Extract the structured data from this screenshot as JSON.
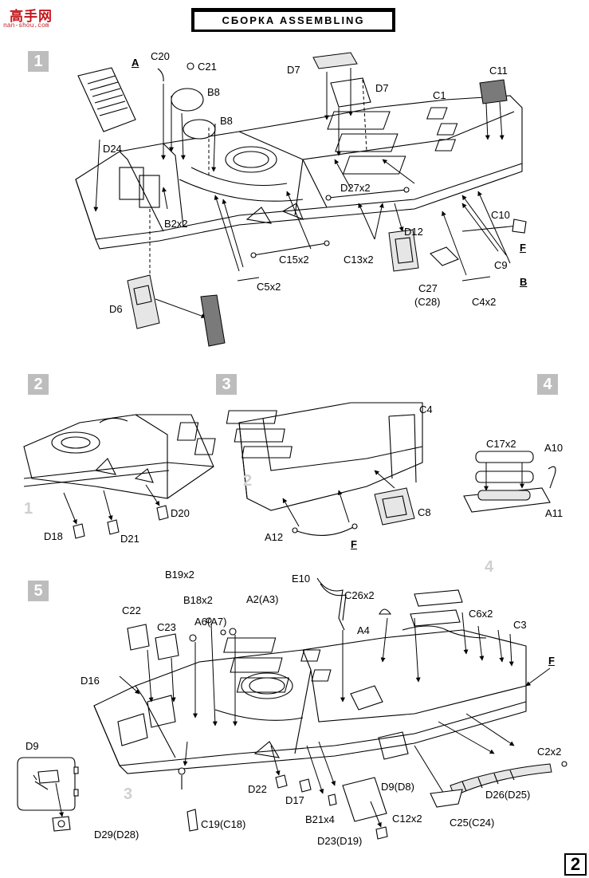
{
  "watermark": {
    "main": "高手网",
    "url": "nan-shou.com"
  },
  "header": {
    "title": "СБОРКА    ASSEMBLING"
  },
  "steps": [
    "1",
    "2",
    "3",
    "4",
    "5"
  ],
  "ghost_numbers": {
    "s3_ref": "2",
    "s2_ref": "1",
    "s5_ref": "4",
    "s5_ref2": "3"
  },
  "page_number": "2",
  "parts": {
    "s1": {
      "A": "A",
      "C20": "C20",
      "C21": "C21",
      "B8a": "B8",
      "B8b": "B8",
      "D24": "D24",
      "D7a": "D7",
      "D7b": "D7",
      "C1": "C1",
      "C11": "C11",
      "D27x2": "D27x2",
      "B2x2": "B2x2",
      "C10": "C10",
      "D12": "D12",
      "F": "F",
      "C15x2": "C15x2",
      "C13x2": "C13x2",
      "C9": "C9",
      "C5x2": "C5x2",
      "C27": "C27",
      "C28": "(C28)",
      "C4x2": "C4x2",
      "B": "B",
      "D6": "D6"
    },
    "s2": {
      "D18": "D18",
      "D21": "D21",
      "D20": "D20"
    },
    "s3": {
      "C4": "C4",
      "C8": "C8",
      "A12": "A12",
      "F": "F"
    },
    "s4": {
      "C17x2": "C17x2",
      "A10": "A10",
      "A11": "A11"
    },
    "s5": {
      "B19x2": "B19x2",
      "E10": "E10",
      "B18x2": "B18x2",
      "A2": "A2(A3)",
      "C26x2": "C26x2",
      "C22": "C22",
      "C23": "C23",
      "A6": "A6(A7)",
      "A4": "A4",
      "C6x2": "C6x2",
      "C3": "C3",
      "F": "F",
      "D16": "D16",
      "D9": "D9",
      "C2x2": "C2x2",
      "D22": "D22",
      "D17": "D17",
      "D9D8": "D9(D8)",
      "D26": "D26(D25)",
      "B21x4": "B21x4",
      "C12x2": "C12x2",
      "C25": "C25(C24)",
      "C19": "C19(C18)",
      "D29": "D29(D28)",
      "D23": "D23(D19)"
    }
  }
}
